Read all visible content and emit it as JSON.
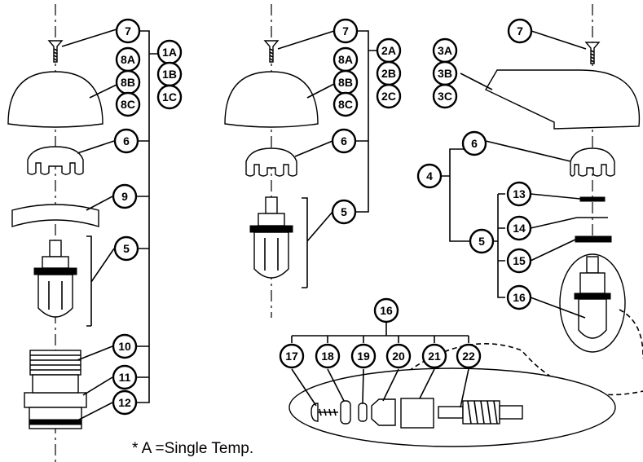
{
  "callouts": {
    "c1_7": "7",
    "c1_8A": "8A",
    "c1_8B": "8B",
    "c1_8C": "8C",
    "c1_1A": "1A",
    "c1_1B": "1B",
    "c1_1C": "1C",
    "c1_6": "6",
    "c1_9": "9",
    "c1_5": "5",
    "c1_10": "10",
    "c1_11": "11",
    "c1_12": "12",
    "c2_7": "7",
    "c2_8A": "8A",
    "c2_8B": "8B",
    "c2_8C": "8C",
    "c2_2A": "2A",
    "c2_2B": "2B",
    "c2_2C": "2C",
    "c2_6": "6",
    "c2_5": "5",
    "c3_7": "7",
    "c3_3A": "3A",
    "c3_3B": "3B",
    "c3_3C": "3C",
    "c3_6": "6",
    "c3_4": "4",
    "c3_5": "5",
    "c3_13": "13",
    "c3_14": "14",
    "c3_15": "15",
    "c3_16": "16",
    "d_16": "16",
    "d_17": "17",
    "d_18": "18",
    "d_19": "19",
    "d_20": "20",
    "d_21": "21",
    "d_22": "22"
  },
  "footnote": "* A =Single Temp."
}
